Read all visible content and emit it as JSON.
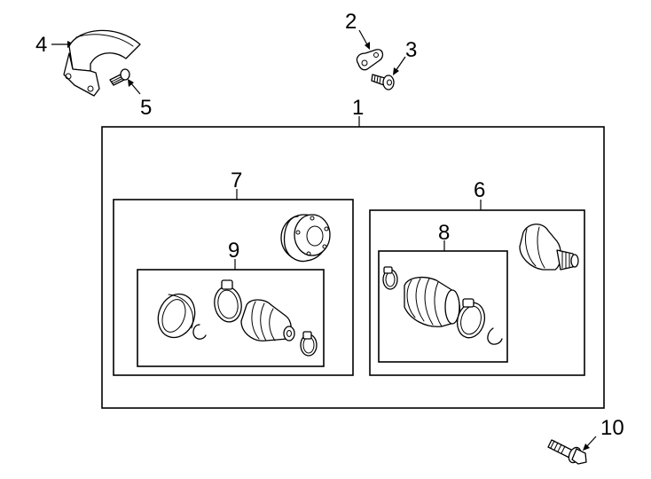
{
  "diagram": {
    "callouts": {
      "c1": "1",
      "c2": "2",
      "c3": "3",
      "c4": "4",
      "c5": "5",
      "c6": "6",
      "c7": "7",
      "c8": "8",
      "c9": "9",
      "c10": "10"
    },
    "icons": {
      "p4": "heat-shield-icon",
      "p5": "bolt-icon",
      "p2": "lock-plate-icon",
      "p3": "bolt-icon",
      "p7": "inner-joint-housing-icon",
      "p9": "inner-boot-kit-icon",
      "p6": "outer-joint-icon",
      "p8": "outer-boot-kit-icon",
      "p10": "flange-bolt-icon"
    }
  }
}
